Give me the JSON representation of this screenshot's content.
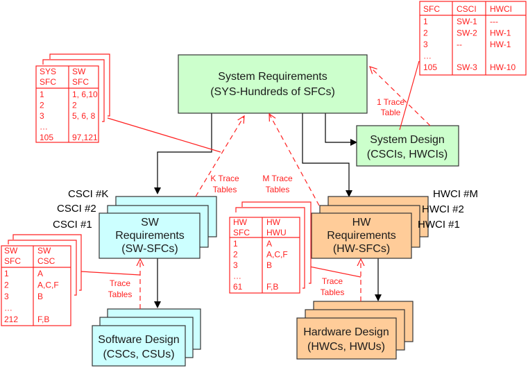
{
  "colors": {
    "system_fill": "#ccffcc",
    "sw_fill": "#ccffff",
    "hw_fill": "#ffcc99",
    "trace_red": "#ff2020",
    "box_stroke": "#333333"
  },
  "boxes": {
    "system_requirements": {
      "line1": "System Requirements",
      "line2": "(SYS-Hundreds of SFCs)"
    },
    "system_design": {
      "line1": "System Design",
      "line2": "(CSCIs, HWCIs)"
    },
    "sw_requirements": {
      "line1": "SW",
      "line2": "Requirements",
      "line3": "(SW-SFCs)"
    },
    "hw_requirements": {
      "line1": "HW",
      "line2": "Requirements",
      "line3": "(HW-SFCs)"
    },
    "software_design": {
      "line1": "Software Design",
      "line2": "(CSCs, CSUs)"
    },
    "hardware_design": {
      "line1": "Hardware Design",
      "line2": "(HWCs, HWUs)"
    }
  },
  "labels": {
    "csci_k": "CSCI #K",
    "csci_2": "CSCI #2",
    "csci_1": "CSCI #1",
    "hwci_m": "HWCI #M",
    "hwci_2": "HWCI #2",
    "hwci_1": "HWCI #1"
  },
  "trace_labels": {
    "one_trace": {
      "line1": "1 Trace",
      "line2": "Table"
    },
    "k_trace": {
      "line1": "K Trace",
      "line2": "Tables"
    },
    "m_trace": {
      "line1": "M Trace",
      "line2": "Tables"
    },
    "sw_trace": {
      "line1": "Trace",
      "line2": "Tables"
    },
    "hw_trace": {
      "line1": "Trace",
      "line2": "Tables"
    }
  },
  "tables": {
    "system_trace": {
      "headers": [
        "SFC",
        "CSCI",
        "HWCI"
      ],
      "rows": [
        [
          "1",
          "SW-1",
          "---"
        ],
        [
          "2",
          "SW-2",
          "HW-1"
        ],
        [
          "3",
          "--",
          "HW-1"
        ],
        [
          "…",
          "",
          ""
        ],
        [
          "105",
          "SW-3",
          "HW-10"
        ]
      ]
    },
    "sys_sw_trace": {
      "headers": [
        [
          "SYS",
          "SFC"
        ],
        [
          "SW",
          "SFC"
        ]
      ],
      "rows": [
        [
          "1",
          "1, 6,10"
        ],
        [
          "2",
          "2"
        ],
        [
          "3",
          "5, 6, 8"
        ],
        [
          "…",
          ""
        ],
        [
          "105",
          "97,121"
        ]
      ]
    },
    "sw_csc_trace": {
      "headers": [
        [
          "SW",
          "SFC"
        ],
        [
          "SW",
          "CSC"
        ]
      ],
      "rows": [
        [
          "1",
          "A"
        ],
        [
          "2",
          "A,C,F"
        ],
        [
          "3",
          "B"
        ],
        [
          "…",
          ""
        ],
        [
          "212",
          "F,B"
        ]
      ]
    },
    "hw_hwu_trace": {
      "headers": [
        [
          "HW",
          "SFC"
        ],
        [
          "HW",
          "HWU"
        ]
      ],
      "rows": [
        [
          "1",
          "A"
        ],
        [
          "2",
          "A,C,F"
        ],
        [
          "3",
          "B"
        ],
        [
          "…",
          ""
        ],
        [
          "61",
          "F,B"
        ]
      ]
    }
  }
}
